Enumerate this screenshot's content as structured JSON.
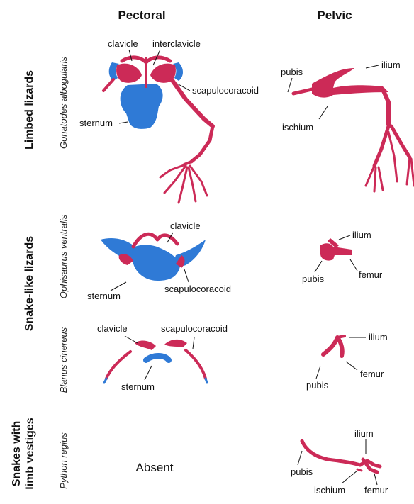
{
  "columns": {
    "pectoral": "Pectoral",
    "pelvic": "Pelvic"
  },
  "groups": {
    "limbed": "Limbed lizards",
    "snake_like": "Snake-like lizards",
    "snakes_line1": "Snakes with",
    "snakes_line2": "limb vestiges"
  },
  "species": {
    "gonatodes": "Gonatodes albogularis",
    "ophisaurus": "Ophisaurus ventralis",
    "blanus": "Blanus cinereus",
    "python": "Python regius"
  },
  "labels": {
    "clavicle": "clavicle",
    "interclavicle": "interclavicle",
    "scapulocoracoid": "scapulocoracoid",
    "sternum": "sternum",
    "pubis": "pubis",
    "ilium": "ilium",
    "ischium": "ischium",
    "femur": "femur"
  },
  "absent": "Absent",
  "colors": {
    "cartilage": "#2f7ad6",
    "bone": "#cc2a57"
  }
}
